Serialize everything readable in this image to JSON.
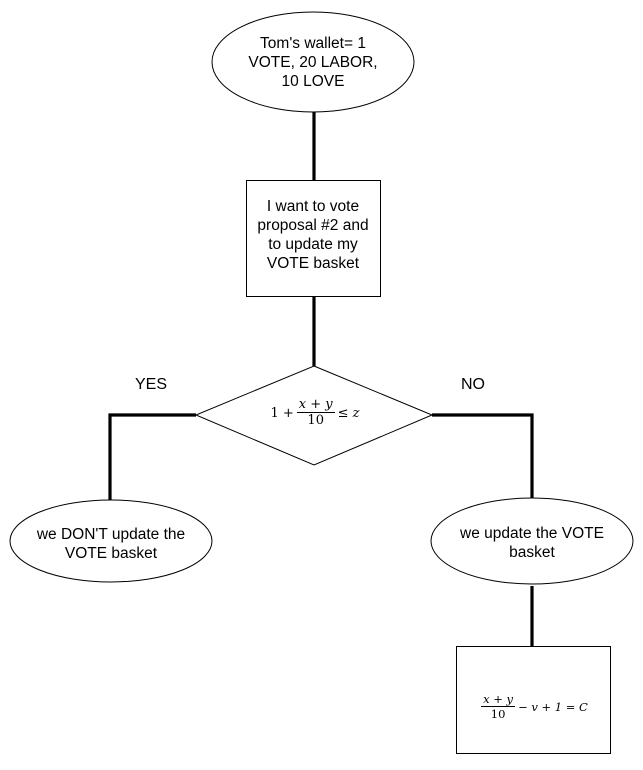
{
  "nodes": {
    "start": {
      "text": "Tom's wallet= 1\nVOTE, 20 LABOR,\n10 LOVE"
    },
    "intent": {
      "text": "I want to vote\nproposal #2 and\nto update my\nVOTE basket"
    },
    "decision": {
      "lead": "1 +",
      "numerator": "x + y",
      "denominator": "10",
      "tail": "≤ z"
    },
    "yes_outcome": {
      "text": "we DON'T update the\nVOTE basket"
    },
    "no_outcome": {
      "text": "we update the VOTE\nbasket"
    },
    "formula": {
      "numerator": "x + y",
      "denominator": "10",
      "tail": "− v + 1 = C"
    }
  },
  "branches": {
    "yes_label": "YES",
    "no_label": "NO"
  }
}
